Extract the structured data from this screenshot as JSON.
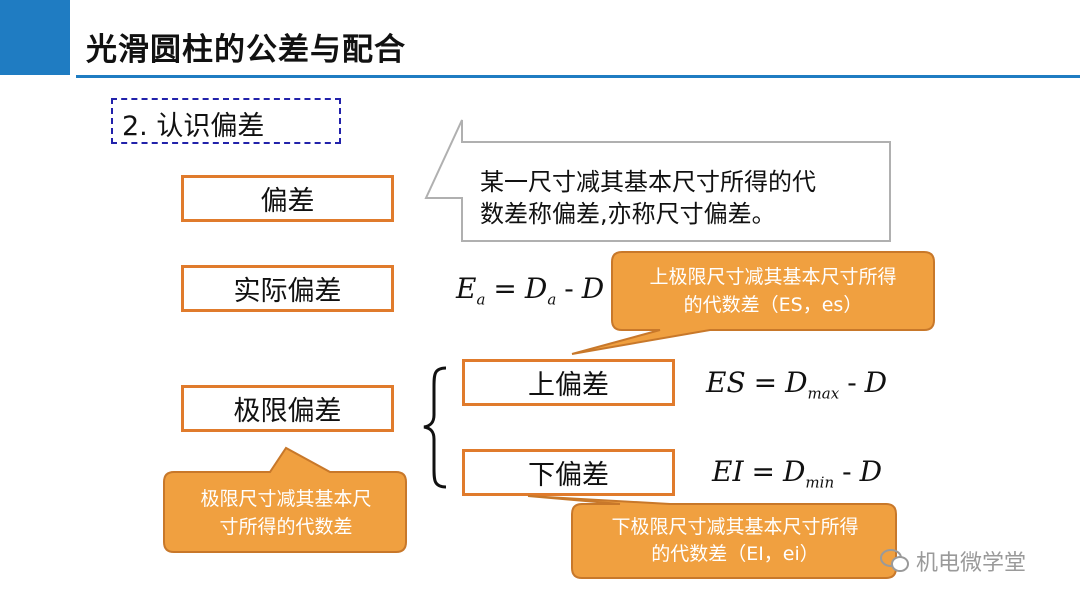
{
  "header": {
    "title": "光滑圆柱的公差与配合"
  },
  "section": {
    "heading": "2. 认识偏差"
  },
  "terms": {
    "deviation": "偏差",
    "actual_deviation": "实际偏差",
    "limit_deviation": "极限偏差",
    "upper_deviation": "上偏差",
    "lower_deviation": "下偏差"
  },
  "definition": {
    "line1": "某一尺寸减其基本尺寸所得的代",
    "line2": "数差称偏差,亦称尺寸偏差。"
  },
  "formulas": {
    "actual": {
      "lhs": "E",
      "lhs_sub": "a",
      "op": "=",
      "rhs": "D",
      "rhs_sub": "a",
      "minus": "-",
      "tail": "D"
    },
    "upper": {
      "lhs": "ES",
      "op": "=",
      "rhs": "D",
      "rhs_sub": "max",
      "minus": "-",
      "tail": "D"
    },
    "lower": {
      "lhs": "EI",
      "op": "=",
      "rhs": "D",
      "rhs_sub": "min",
      "minus": "-",
      "tail": "D"
    }
  },
  "callouts": {
    "upper": {
      "line1": "上极限尺寸减其基本尺寸所得",
      "line2": "的代数差（ES，es）"
    },
    "lower": {
      "line1": "下极限尺寸减其基本尺寸所得",
      "line2": "的代数差（EI，ei）"
    },
    "limit": {
      "line1": "极限尺寸减其基本尺",
      "line2": "寸所得的代数差"
    }
  },
  "watermark": {
    "text": "机电微学堂",
    "icon": "wechat-icon"
  },
  "colors": {
    "accent_blue": "#1f7cc2",
    "orange_border": "#e07b2c",
    "orange_fill": "#f0a040",
    "dashed_blue": "#2222aa"
  }
}
